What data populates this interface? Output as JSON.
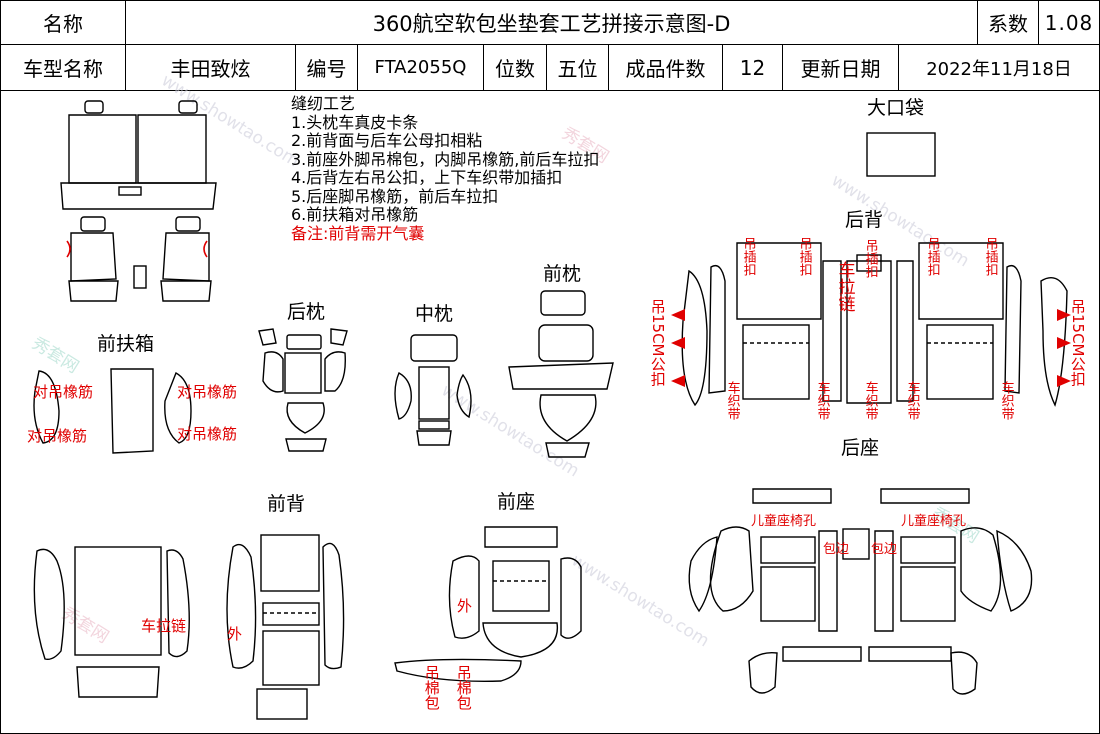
{
  "header": {
    "name_label": "名称",
    "title": "360航空软包坐垫套工艺拼接示意图-D",
    "coef_label": "系数",
    "coef_value": "1.08",
    "model_label": "车型名称",
    "model_value": "丰田致炫",
    "code_label": "编号",
    "code_value": "FTA2055Q",
    "seats_label": "位数",
    "seats_value": "五位",
    "pieces_label": "成品件数",
    "pieces_value": "12",
    "date_label": "更新日期",
    "date_value": "2022年11月18日"
  },
  "craft": {
    "title": "缝纫工艺",
    "steps": [
      "1.头枕车真皮卡条",
      "2.前背面与后车公母扣相粘",
      "3.前座外脚吊棉包，内脚吊橡筋,前后车拉扣",
      "4.后背左右吊公扣，上下车织带加插扣",
      "5.后座脚吊橡筋，前后车拉扣",
      "6.前扶箱对吊橡筋"
    ],
    "note": "备注:前背需开气囊"
  },
  "sections": {
    "big_pocket": "大口袋",
    "rear_back": "后背",
    "front_pillow": "前枕",
    "rear_pillow": "后枕",
    "middle_pillow": "中枕",
    "front_armrest": "前扶箱",
    "rear_seat": "后座",
    "front_back": "前背",
    "front_seat": "前座"
  },
  "annotations": {
    "elastic": "对吊橡筋",
    "hang_insert_buckle": "吊插扣",
    "hang_buckle": "吊插扣",
    "pull_zipper_car": "车拉链",
    "webbing": "车织带",
    "male_15cm": "吊15CM公扣",
    "child_seat_hole": "儿童座椅孔",
    "edge_wrap": "包边",
    "zipper": "车拉链",
    "outer": "外",
    "hang_cotton": "吊棉包"
  },
  "watermark": {
    "brand": "秀套网",
    "site": "www.showtao.com"
  }
}
